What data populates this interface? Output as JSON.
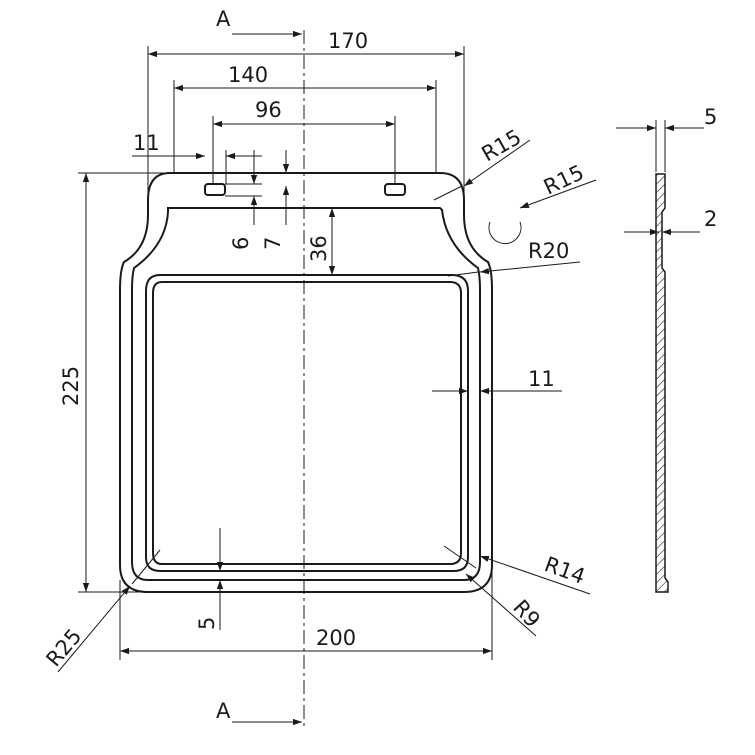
{
  "section_marker": "A",
  "dimensions": {
    "overall_top_width": "170",
    "step_width": "140",
    "slot_spacing": "96",
    "slot_offset": "11",
    "corner_top_radius": "R15",
    "shoulder_radius": "R15",
    "shoulder_inner_radius": "R20",
    "slot_height": "6",
    "slot_depth": "7",
    "window_top_offset": "36",
    "rim_width": "11",
    "overall_height": "225",
    "bottom_rim": "5",
    "inner_corner_radius": "R14",
    "groove_radius": "R9",
    "outer_corner_radius": "R25",
    "overall_bottom_width": "200",
    "section_thickness": "5",
    "section_groove_depth": "2"
  }
}
